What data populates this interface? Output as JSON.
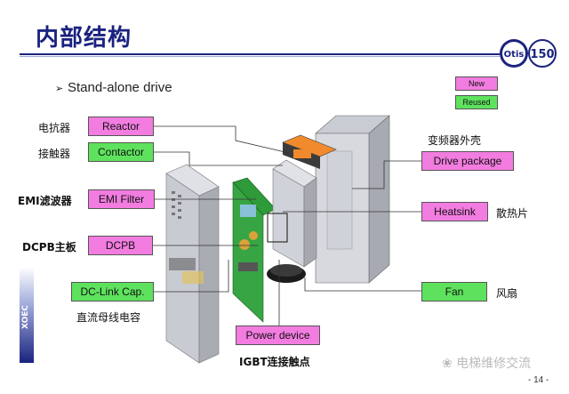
{
  "title": "内部结构",
  "subtitle": "Stand-alone drive",
  "legend": {
    "new_label": "New",
    "reused_label": "Reused"
  },
  "components": {
    "reactor": {
      "label": "Reactor",
      "cn": "电抗器",
      "status": "new"
    },
    "contactor": {
      "label": "Contactor",
      "cn": "接触器",
      "status": "reused"
    },
    "emi_filter": {
      "label": "EMI Filter",
      "cn": "EMI滤波器",
      "status": "new"
    },
    "dcpb": {
      "label": "DCPB",
      "cn": "DCPB主板",
      "status": "new"
    },
    "dc_link": {
      "label": "DC-Link Cap.",
      "cn": "直流母线电容",
      "status": "reused"
    },
    "power_device": {
      "label": "Power device",
      "cn": "IGBT连接触点",
      "status": "new"
    },
    "drive_package": {
      "label": "Drive package",
      "cn": "变频器外壳",
      "status": "new"
    },
    "heatsink": {
      "label": "Heatsink",
      "cn": "散热片",
      "status": "new"
    },
    "fan": {
      "label": "Fan",
      "cn": "风扇",
      "status": "reused"
    }
  },
  "side_label": "XOEC",
  "page_number": "- 14 -",
  "watermark": "电梯维修交流",
  "colors": {
    "new": "#f27ce0",
    "reused": "#5ee25e",
    "title": "#1a237e"
  }
}
